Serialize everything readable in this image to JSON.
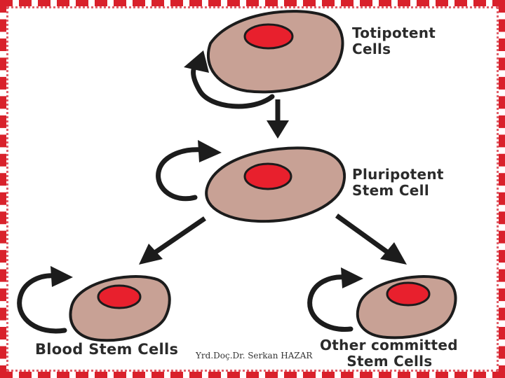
{
  "labels": {
    "totipotent": [
      "Totipotent",
      "Cells"
    ],
    "pluripotent": [
      "Pluripotent",
      "Stem Cell"
    ],
    "blood": "Blood Stem Cells",
    "other": [
      "Other committed",
      "Stem Cells"
    ]
  },
  "footer": "Yrd.Doç.Dr. Serkan HAZAR",
  "colors": {
    "cell_fill": "#c8a195",
    "nucleus_fill": "#e8202d",
    "outline": "#1c1c1c",
    "border": "#d9212b"
  },
  "icons": [
    "self-renewal-arrow-icon",
    "differentiation-arrow-icon"
  ]
}
